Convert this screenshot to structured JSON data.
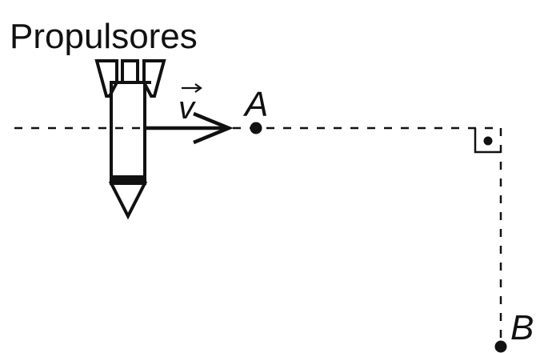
{
  "diagram": {
    "propulsores_label": "Propulsores",
    "velocity_label": "v",
    "point_a_label": "A",
    "point_b_label": "B",
    "ink_color": "#111111",
    "background_color": "#ffffff"
  }
}
